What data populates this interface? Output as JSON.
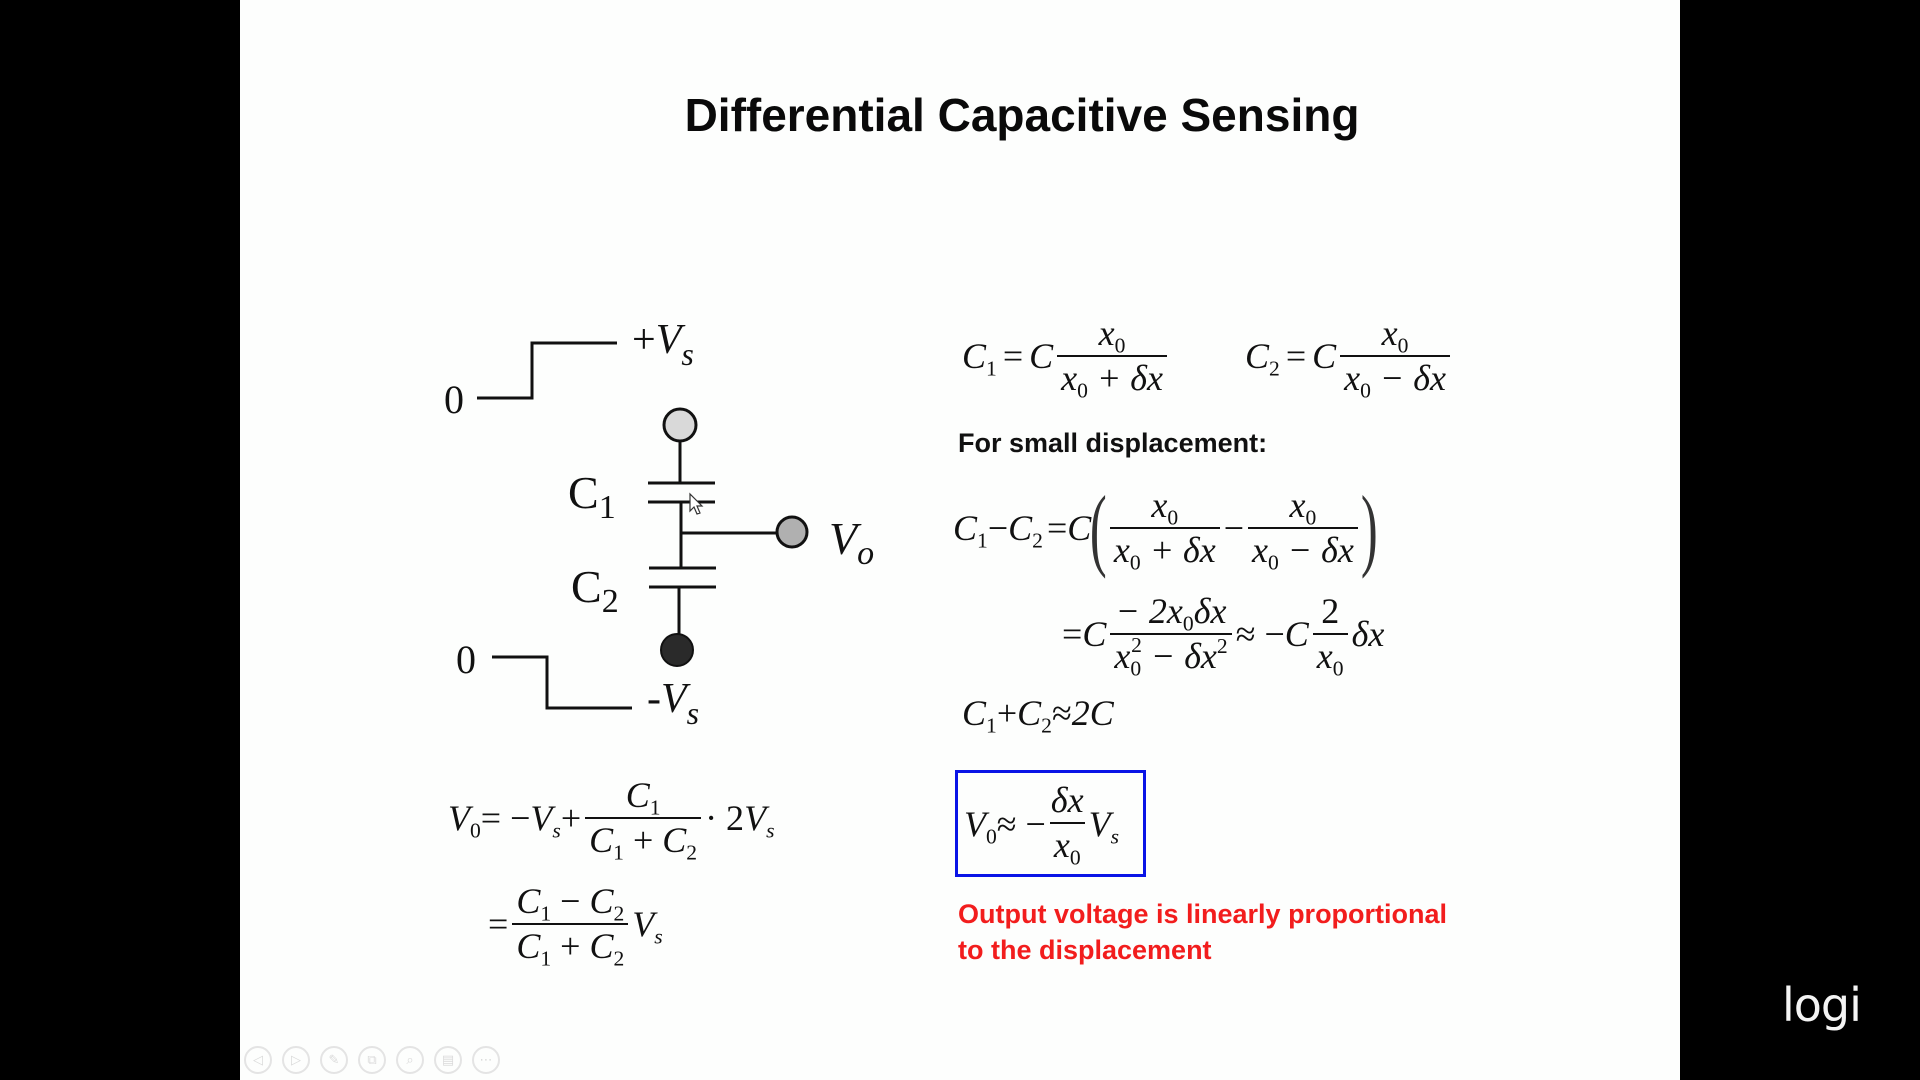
{
  "slide": {
    "title": "Differential Capacitive Sensing",
    "background": "#fdfefd"
  },
  "circuit": {
    "top_step": {
      "low_label": "0",
      "high_label_sign": "+",
      "high_label_var": "V",
      "high_label_sub": "s"
    },
    "bottom_step": {
      "high_label": "0",
      "low_label_sign": "-",
      "low_label_var": "V",
      "low_label_sub": "s"
    },
    "c1_label": {
      "var": "C",
      "sub": "1"
    },
    "c2_label": {
      "var": "C",
      "sub": "2"
    },
    "output_label": {
      "var": "V",
      "sub": "o"
    },
    "node_colors": {
      "top": "#d9d9d9",
      "output": "#b0b0b0",
      "bottom": "#2a2a2a"
    }
  },
  "equations": {
    "c1_def": {
      "lhs": "C",
      "lhs_sub": "1",
      "eq": "=",
      "coef": "C",
      "num_var": "x",
      "num_sub": "0",
      "den_var": "x",
      "den_sub": "0",
      "den_rest": " + δx"
    },
    "c2_def": {
      "lhs": "C",
      "lhs_sub": "2",
      "eq": "=",
      "coef": "C",
      "num_var": "x",
      "num_sub": "0",
      "den_var": "x",
      "den_sub": "0",
      "den_rest": " − δx"
    },
    "small_disp_label": "For small displacement:",
    "diff_line1": {
      "lhs_a": "C",
      "lhs_a_sub": "1",
      "minus": " − ",
      "lhs_b": "C",
      "lhs_b_sub": "2",
      "eq": " = ",
      "coef": "C",
      "open": "(",
      "close": ")",
      "frac1_num": "x",
      "frac1_num_sub": "0",
      "frac1_den": "x",
      "frac1_den_sub": "0",
      "frac1_den_rest": " + δx",
      "mid": "−",
      "frac2_num": "x",
      "frac2_num_sub": "0",
      "frac2_den": "x",
      "frac2_den_sub": "0",
      "frac2_den_rest": " − δx"
    },
    "diff_line2": {
      "eq": "= ",
      "coef": "C",
      "num_pre": "− 2x",
      "num_sub": "0",
      "num_post": "δx",
      "den_a": "x",
      "den_a_sub": "0",
      "den_a_sup": "2",
      "den_b": " − δx",
      "den_b_sup": "2",
      "approx": " ≈ −",
      "coef2": "C",
      "frac2_num": "2",
      "frac2_den": "x",
      "frac2_den_sub": "0",
      "tail": "δx"
    },
    "sum_line": {
      "a": "C",
      "a_sub": "1",
      "plus": " + ",
      "b": "C",
      "b_sub": "2",
      "approx": " ≈ ",
      "rhs": "2C"
    },
    "boxed_result": {
      "lhs": "V",
      "lhs_sub": "0",
      "approx": " ≈ −",
      "num": "δx",
      "den": "x",
      "den_sub": "0",
      "tail": "V",
      "tail_sub": "s",
      "border_color": "#0a14e6"
    },
    "conclusion": {
      "line1": "Output voltage is linearly proportional",
      "line2": "to the displacement",
      "color": "#f21d1d"
    },
    "vout_line1": {
      "lhs": "V",
      "lhs_sub": "0",
      "eq": " = −",
      "vs": "V",
      "vs_sub": "s",
      "plus": " + ",
      "num": "C",
      "num_sub": "1",
      "den_a": "C",
      "den_a_sub": "1",
      "den_plus": " + ",
      "den_b": "C",
      "den_b_sub": "2",
      "dot": "· 2",
      "tail": "V",
      "tail_sub": "s"
    },
    "vout_line2": {
      "eq": "= ",
      "num_a": "C",
      "num_a_sub": "1",
      "num_minus": " − ",
      "num_b": "C",
      "num_b_sub": "2",
      "den_a": "C",
      "den_a_sub": "1",
      "den_plus": " + ",
      "den_b": "C",
      "den_b_sub": "2",
      "tail": "V",
      "tail_sub": "s"
    }
  },
  "presenter_toolbar": {
    "buttons": [
      {
        "name": "previous-slide",
        "glyph": "◁"
      },
      {
        "name": "next-slide",
        "glyph": "▷"
      },
      {
        "name": "pen",
        "glyph": "✎"
      },
      {
        "name": "see-all-slides",
        "glyph": "⧉"
      },
      {
        "name": "zoom",
        "glyph": "⌕"
      },
      {
        "name": "subtitles",
        "glyph": "▤"
      },
      {
        "name": "more-options",
        "glyph": "⋯"
      }
    ]
  },
  "webcam_logo": "logi"
}
